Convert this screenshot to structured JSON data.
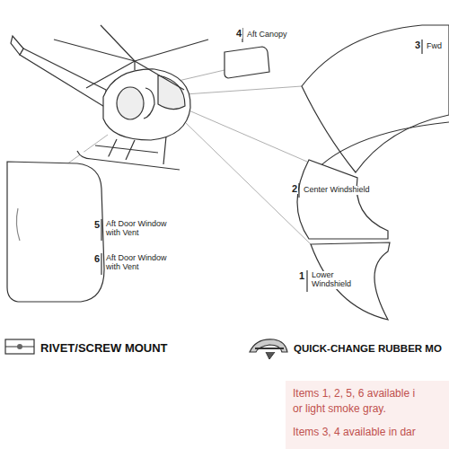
{
  "diagram": {
    "nodes": [
      {
        "text": [
          "Items 1, 2, 5, 6 available i",
          "or light smoke gray.",
          "Items 3, 4 available in dar"
        ]
      }
    ],
    "labels": [
      "4",
      "Aft Canopy",
      "3",
      "Fwd",
      "2",
      "Center Windshield",
      "5",
      "Aft Door Window with Vent",
      "6",
      "Aft Door Window with Vent",
      "1",
      "Lower Windshield"
    ],
    "legend": [
      {
        "text": "RIVET/SCREW MOUNT"
      },
      {
        "text": "QUICK-CHANGE RUBBER MO"
      }
    ]
  }
}
